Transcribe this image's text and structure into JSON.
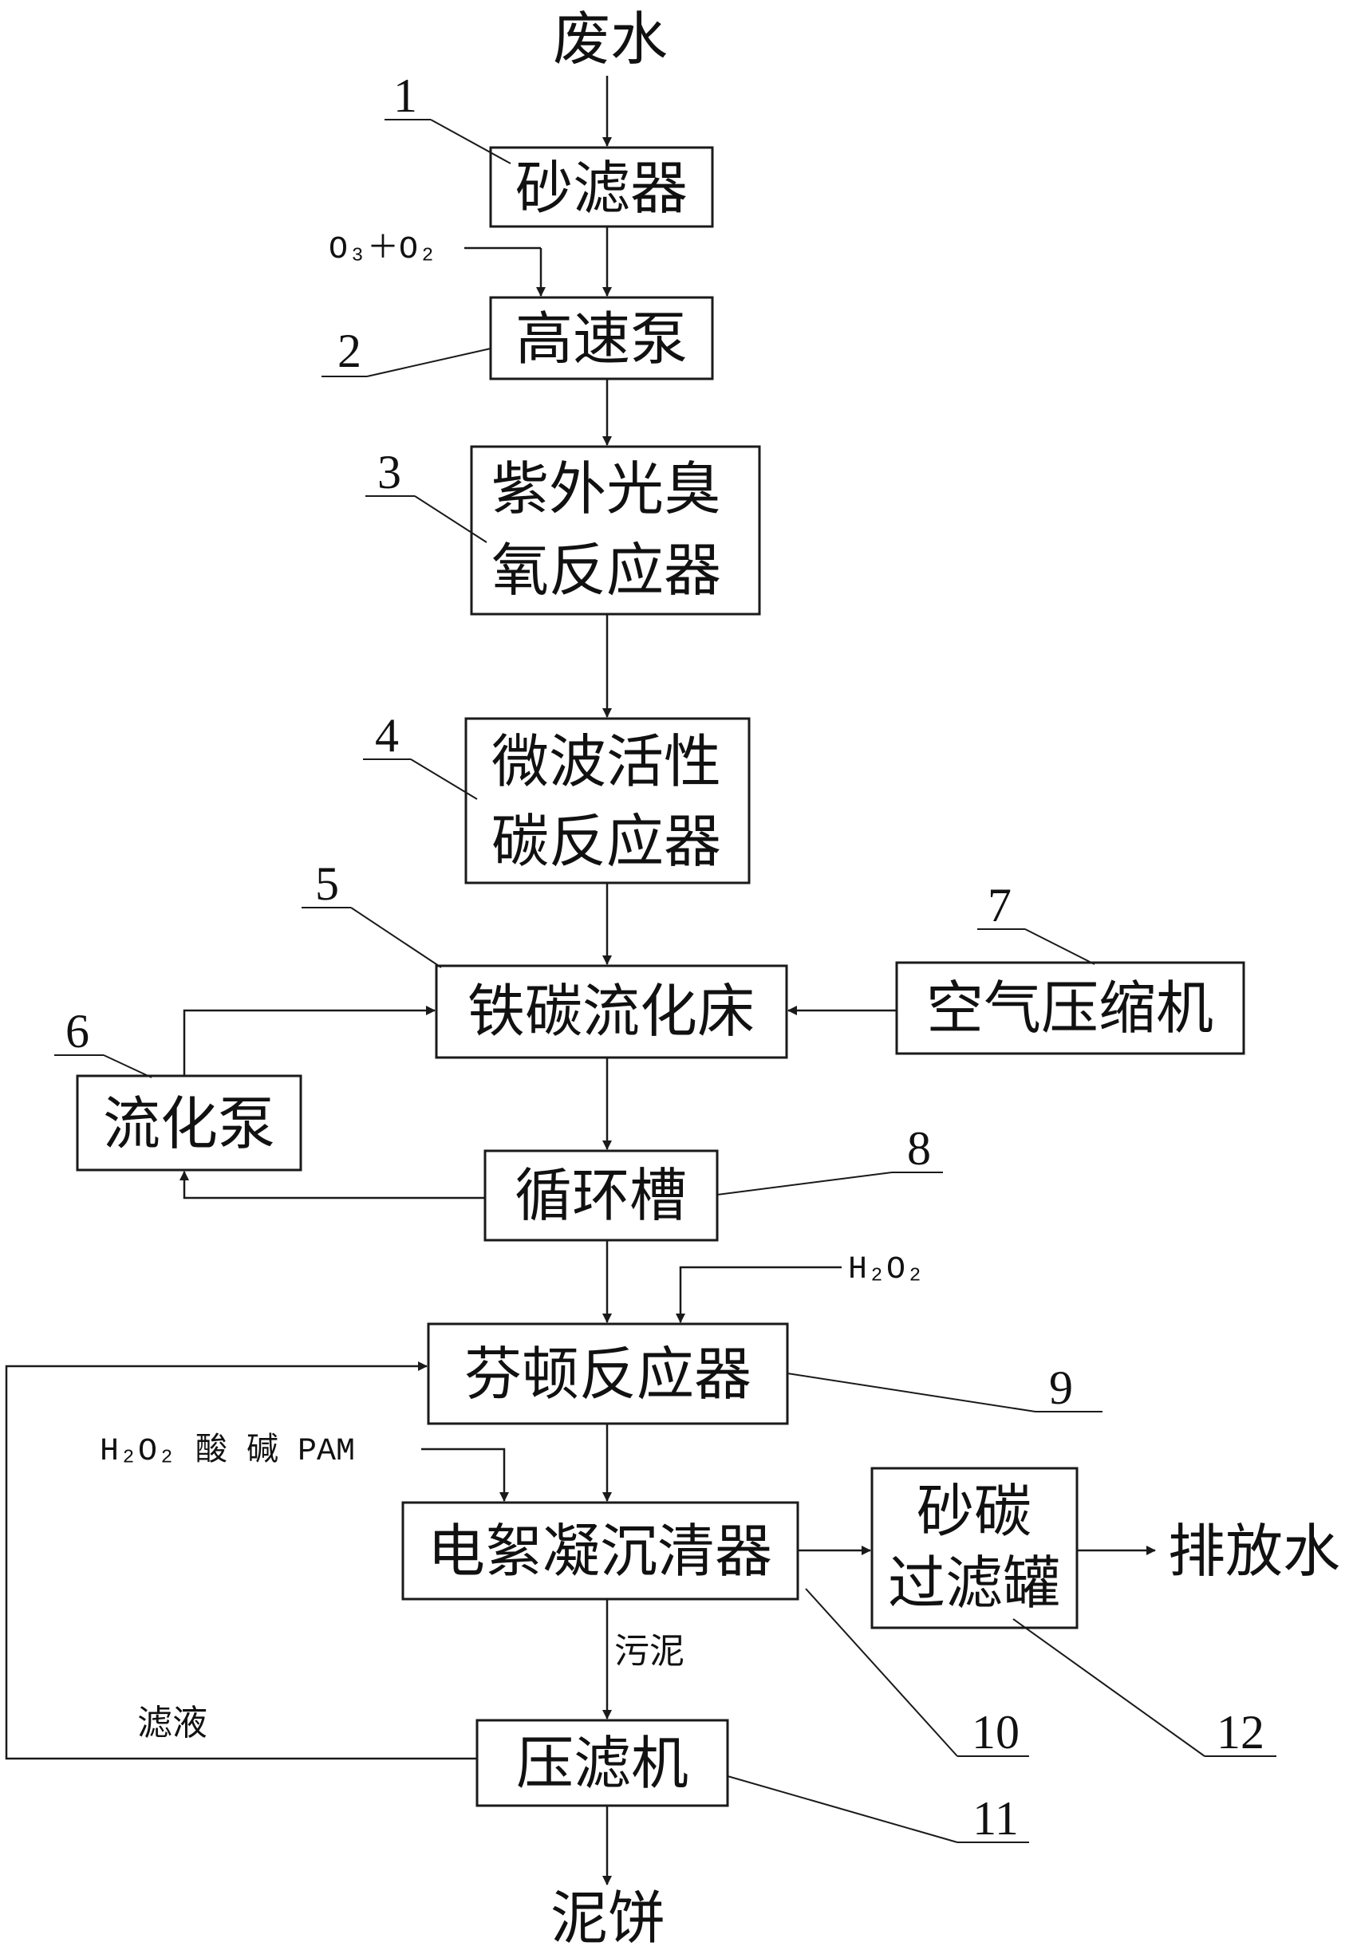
{
  "input": "废水",
  "outputs": {
    "drain": "排放水",
    "cake": "泥饼"
  },
  "units": [
    {
      "num": "1",
      "lines": [
        "砂滤器"
      ]
    },
    {
      "num": "2",
      "lines": [
        "高速泵"
      ]
    },
    {
      "num": "3",
      "lines": [
        "紫外光臭",
        "氧反应器"
      ]
    },
    {
      "num": "4",
      "lines": [
        "微波活性",
        "碳反应器"
      ]
    },
    {
      "num": "5",
      "lines": [
        "铁碳流化床"
      ]
    },
    {
      "num": "6",
      "lines": [
        "流化泵"
      ]
    },
    {
      "num": "7",
      "lines": [
        "空气压缩机"
      ]
    },
    {
      "num": "8",
      "lines": [
        "循环槽"
      ]
    },
    {
      "num": "9",
      "lines": [
        "芬顿反应器"
      ]
    },
    {
      "num": "10",
      "lines": [
        "电絮凝沉清器"
      ]
    },
    {
      "num": "11",
      "lines": [
        "压滤机"
      ]
    },
    {
      "num": "12",
      "lines": [
        "砂碳",
        "过滤罐"
      ]
    }
  ],
  "reagents": {
    "ozone": "O₃＋O₂",
    "h2o2": "H₂O₂",
    "coag": "H₂O₂ 酸 碱 PAM"
  },
  "stream_labels": {
    "sludge": "污泥",
    "filtrate": "滤液"
  },
  "colors": {
    "line": "#1a1a1a",
    "text": "#111111",
    "background": "#ffffff"
  }
}
